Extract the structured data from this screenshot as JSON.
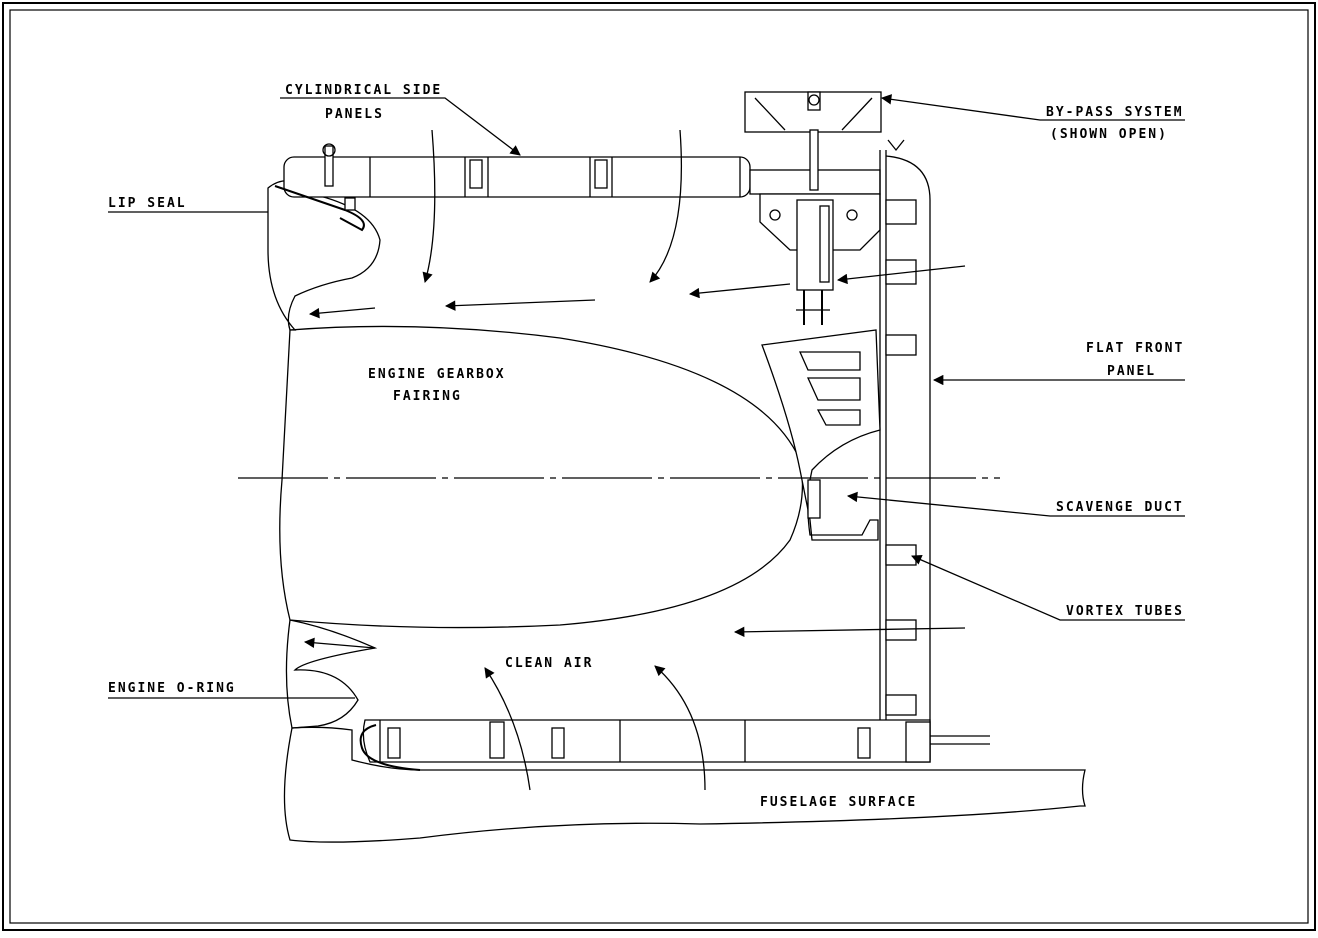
{
  "labels": {
    "cylindrical_side_panels_1": "CYLINDRICAL SIDE",
    "cylindrical_side_panels_2": "PANELS",
    "bypass_system_1": "BY-PASS SYSTEM",
    "bypass_system_2": "(SHOWN OPEN)",
    "lip_seal": "LIP SEAL",
    "flat_front_panel_1": "FLAT FRONT",
    "flat_front_panel_2": "PANEL",
    "engine_gearbox_fairing_1": "ENGINE GEARBOX",
    "engine_gearbox_fairing_2": "FAIRING",
    "scavenge_duct": "SCAVENGE DUCT",
    "vortex_tubes": "VORTEX TUBES",
    "clean_air": "CLEAN AIR",
    "engine_o_ring": "ENGINE O-RING",
    "fuselage_surface": "FUSELAGE SURFACE"
  },
  "colors": {
    "line": "#000000",
    "background": "#ffffff"
  }
}
